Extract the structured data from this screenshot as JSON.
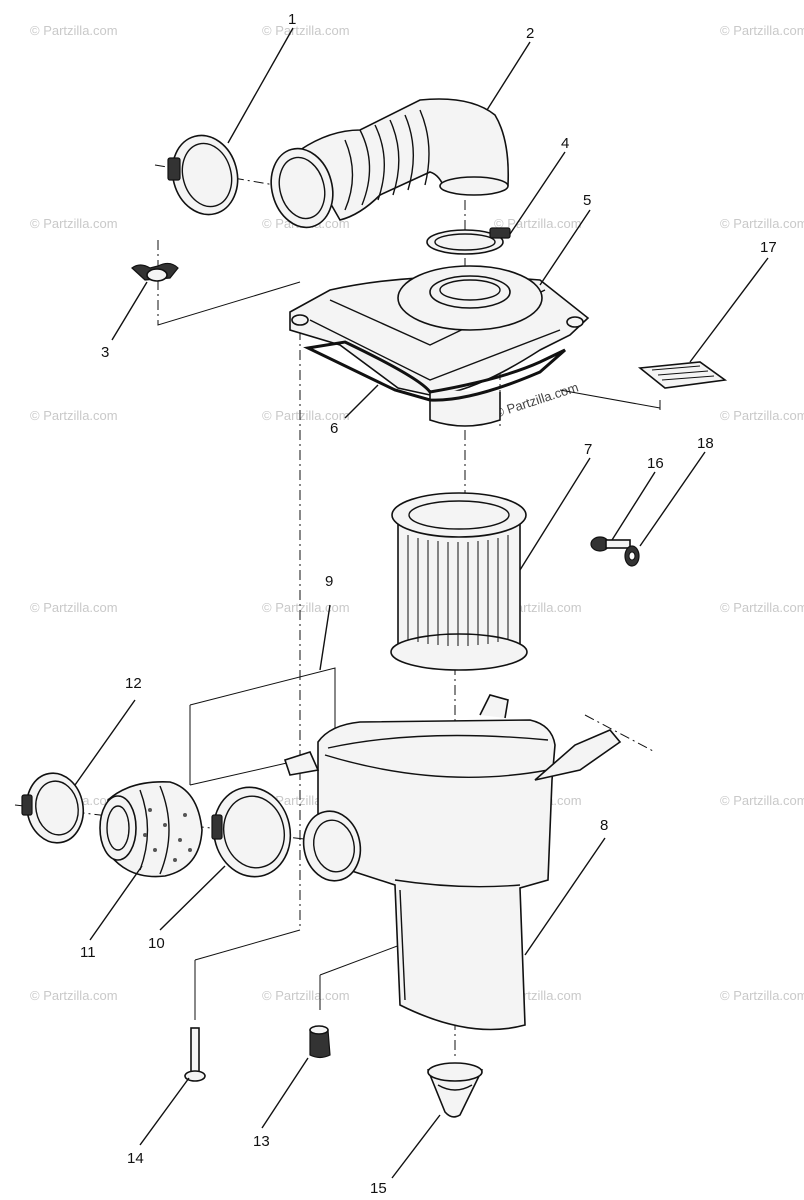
{
  "watermark_text": "© Partzilla.com",
  "callouts": [
    "1",
    "2",
    "3",
    "4",
    "5",
    "6",
    "7",
    "8",
    "9",
    "10",
    "11",
    "12",
    "13",
    "14",
    "15",
    "16",
    "17",
    "18"
  ]
}
